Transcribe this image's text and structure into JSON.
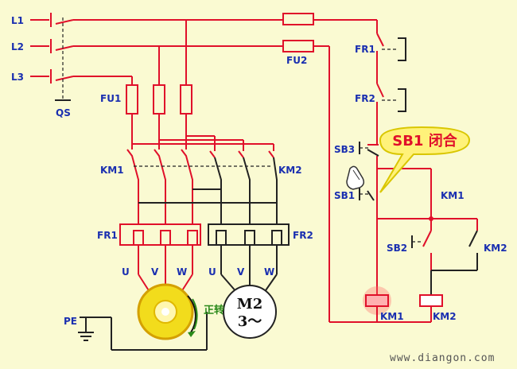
{
  "labels": {
    "l1": "L1",
    "l2": "L2",
    "l3": "L3",
    "qs": "QS",
    "fu1": "FU1",
    "fu2": "FU2",
    "km1_main": "KM1",
    "km2_main": "KM2",
    "fr1_main": "FR1",
    "fr2_main": "FR2",
    "u1": "U",
    "v1": "V",
    "w1": "W",
    "u2": "U",
    "v2": "V",
    "w2": "W",
    "pe": "PE",
    "m2_name": "M2",
    "m2_phase": "3～",
    "rotation": "正转",
    "ctrl_fr1": "FR1",
    "ctrl_fr2": "FR2",
    "sb3": "SB3",
    "sb1": "SB1",
    "sb2": "SB2",
    "ctrl_km1": "KM1",
    "ctrl_km2": "KM2",
    "coil_km1": "KM1",
    "coil_km2": "KM2"
  },
  "callout": {
    "text": "SB1 闭合"
  },
  "watermark": "www.diangon.com",
  "colors": {
    "background": "#fafad2",
    "energized_wire": "#e0102a",
    "idle_wire": "#222222",
    "label": "#1a2fb0",
    "callout_fill": "#fff27a",
    "motor_running": "#f2dc1c"
  }
}
